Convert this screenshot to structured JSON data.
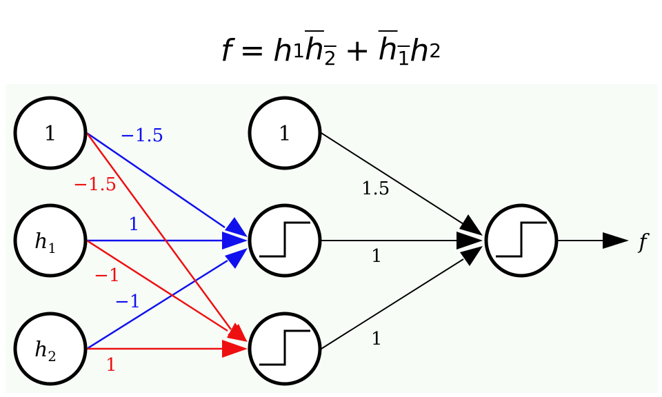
{
  "formula": {
    "lhs": "f",
    "eq": "=",
    "t1_var": "h",
    "t1_sub": "1",
    "t2_var": "h",
    "t2_sub": "2",
    "plus": "+",
    "t3_var": "h",
    "t3_sub": "1",
    "t4_var": "h",
    "t4_sub": "2"
  },
  "nodes": {
    "bias_in": "1",
    "h1_var": "h",
    "h1_sub": "1",
    "h2_var": "h",
    "h2_sub": "2",
    "bias_hidden": "1",
    "output_label": "f"
  },
  "weights": {
    "bias_to_top": "−1.5",
    "bias_to_bottom": "−1.5",
    "h1_to_top": "1",
    "h1_to_bottom": "−1",
    "h2_to_top": "−1",
    "h2_to_bottom": "1",
    "bias_to_out": "1.5",
    "top_to_out": "1",
    "bottom_to_out": "1"
  },
  "colors": {
    "blue": "#1010ee",
    "red": "#ee1010",
    "black": "#000000"
  }
}
